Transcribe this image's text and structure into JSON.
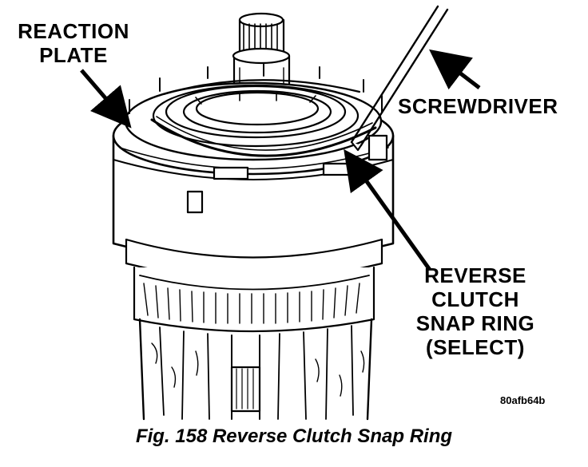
{
  "labels": {
    "reaction_plate": [
      "REACTION",
      "PLATE"
    ],
    "screwdriver": "SCREWDRIVER",
    "reverse_snap_ring": [
      "REVERSE",
      "CLUTCH",
      "SNAP RING",
      "(SELECT)"
    ]
  },
  "figure_code": "80afb64b",
  "caption": "Fig. 158 Reverse Clutch Snap Ring",
  "colors": {
    "ink": "#000000",
    "paper": "#ffffff"
  }
}
